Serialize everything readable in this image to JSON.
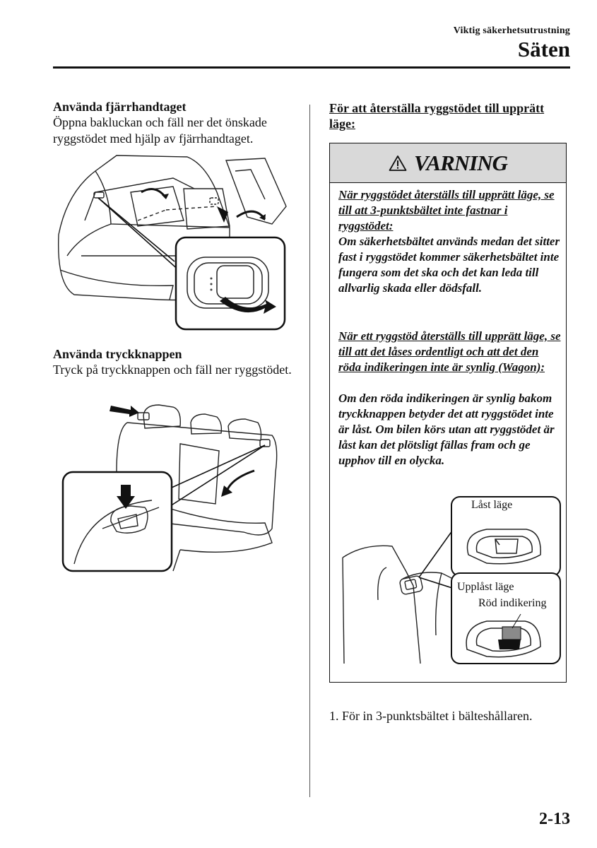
{
  "header": {
    "section": "Viktig säkerhetsutrustning",
    "title": "Säten"
  },
  "left": {
    "remote": {
      "heading": "Använda fjärrhandtaget",
      "body": "Öppna bakluckan och fäll ner det önskade ryggstödet med hjälp av fjärrhandtaget."
    },
    "button": {
      "heading": "Använda tryckknappen",
      "body": "Tryck på tryckknappen och fäll ner ryggstödet."
    }
  },
  "right": {
    "heading": "För att återställa ryggstödet till upprätt läge:",
    "warning": {
      "title": "VARNING",
      "icon": "warning-triangle-icon",
      "p1_title": "När ryggstödet återställs till upprätt läge, se till att 3-punktsbältet inte fastnar i ryggstödet:",
      "p1_body": "Om säkerhetsbältet används medan det sitter fast i ryggstödet kommer säkerhetsbältet inte fungera som det ska och det kan leda till allvarlig skada eller dödsfall.",
      "p2_title": "När ett ryggstöd återställs till upprätt läge, se till att det låses ordentligt och att det den röda indikeringen inte är synlig (Wagon):",
      "p2_body": "Om den röda indikeringen är synlig bakom tryckknappen betyder det att ryggstödet inte är låst. Om bilen körs utan att ryggstödet är låst kan det plötsligt fällas fram och ge upphov till en olycka.",
      "figure": {
        "locked_label": "Låst läge",
        "unlocked_label": "Upplåst läge",
        "red_indicator_label": "Röd indikering"
      }
    },
    "step1": "1. För in 3-punktsbältet i bälteshållaren."
  },
  "page_number": "2-13"
}
